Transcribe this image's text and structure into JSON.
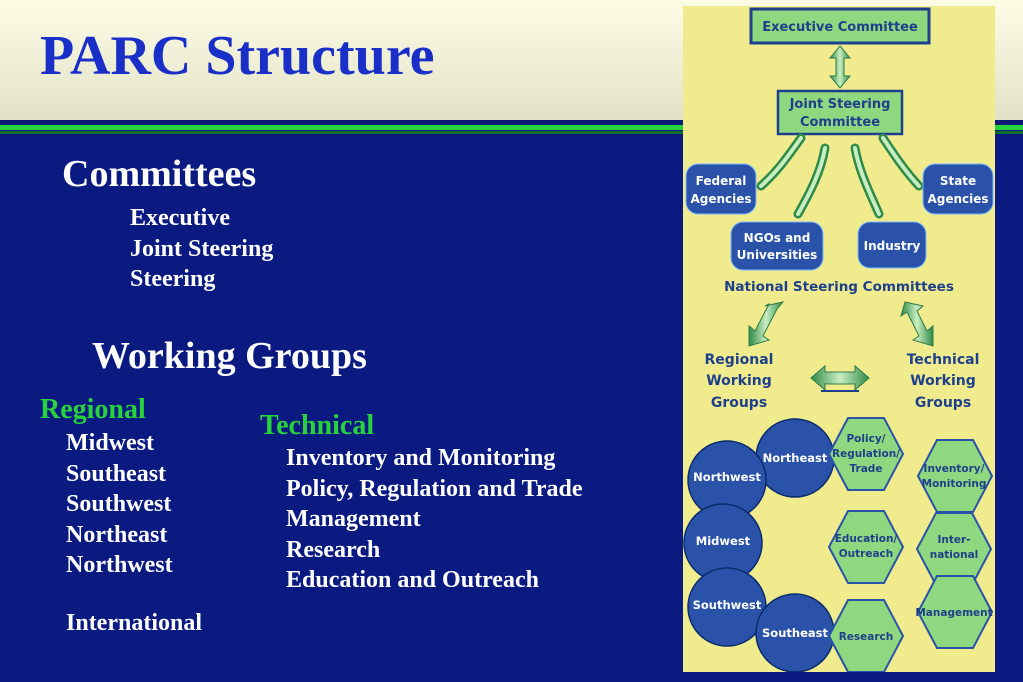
{
  "slide": {
    "title": "PARC Structure",
    "committees": {
      "heading": "Committees",
      "items": [
        "Executive",
        "Joint Steering",
        "Steering"
      ]
    },
    "working_groups": {
      "heading": "Working Groups",
      "regional": {
        "heading": "Regional",
        "items": [
          "Midwest",
          "Southeast",
          "Southwest",
          "Northeast",
          "Northwest"
        ],
        "extra": "International"
      },
      "technical": {
        "heading": "Technical",
        "items": [
          "Inventory and Monitoring",
          "Policy, Regulation and Trade",
          "Management",
          "Research",
          "Education and Outreach"
        ]
      }
    }
  },
  "diagram": {
    "executive": "Executive Committee",
    "joint_steering": [
      "Joint Steering",
      "Committee"
    ],
    "federal": [
      "Federal",
      "Agencies"
    ],
    "state": [
      "State",
      "Agencies"
    ],
    "ngos": [
      "NGOs and",
      "Universities"
    ],
    "industry": "Industry",
    "national_steering": "National Steering Committees",
    "regional_wg": [
      "Regional",
      "Working",
      "Groups"
    ],
    "technical_wg": [
      "Technical",
      "Working",
      "Groups"
    ],
    "regions": {
      "northeast": "Northeast",
      "northwest": "Northwest",
      "midwest": "Midwest",
      "southwest": "Southwest",
      "southeast": "Southeast"
    },
    "tech_groups": {
      "policy": [
        "Policy/",
        "Regulation/",
        "Trade"
      ],
      "inventory": [
        "Inventory/",
        "Monitoring"
      ],
      "education": [
        "Education/",
        "Outreach"
      ],
      "international": [
        "Inter-",
        "national"
      ],
      "management": "Management",
      "research": "Research"
    }
  },
  "colors": {
    "background": "#0a1a80",
    "title": "#1a2fc8",
    "accent_green": "#27d23c",
    "diagram_bg": "#f0ec8e",
    "node_green": "#90d880",
    "node_blue": "#2a52a8"
  }
}
